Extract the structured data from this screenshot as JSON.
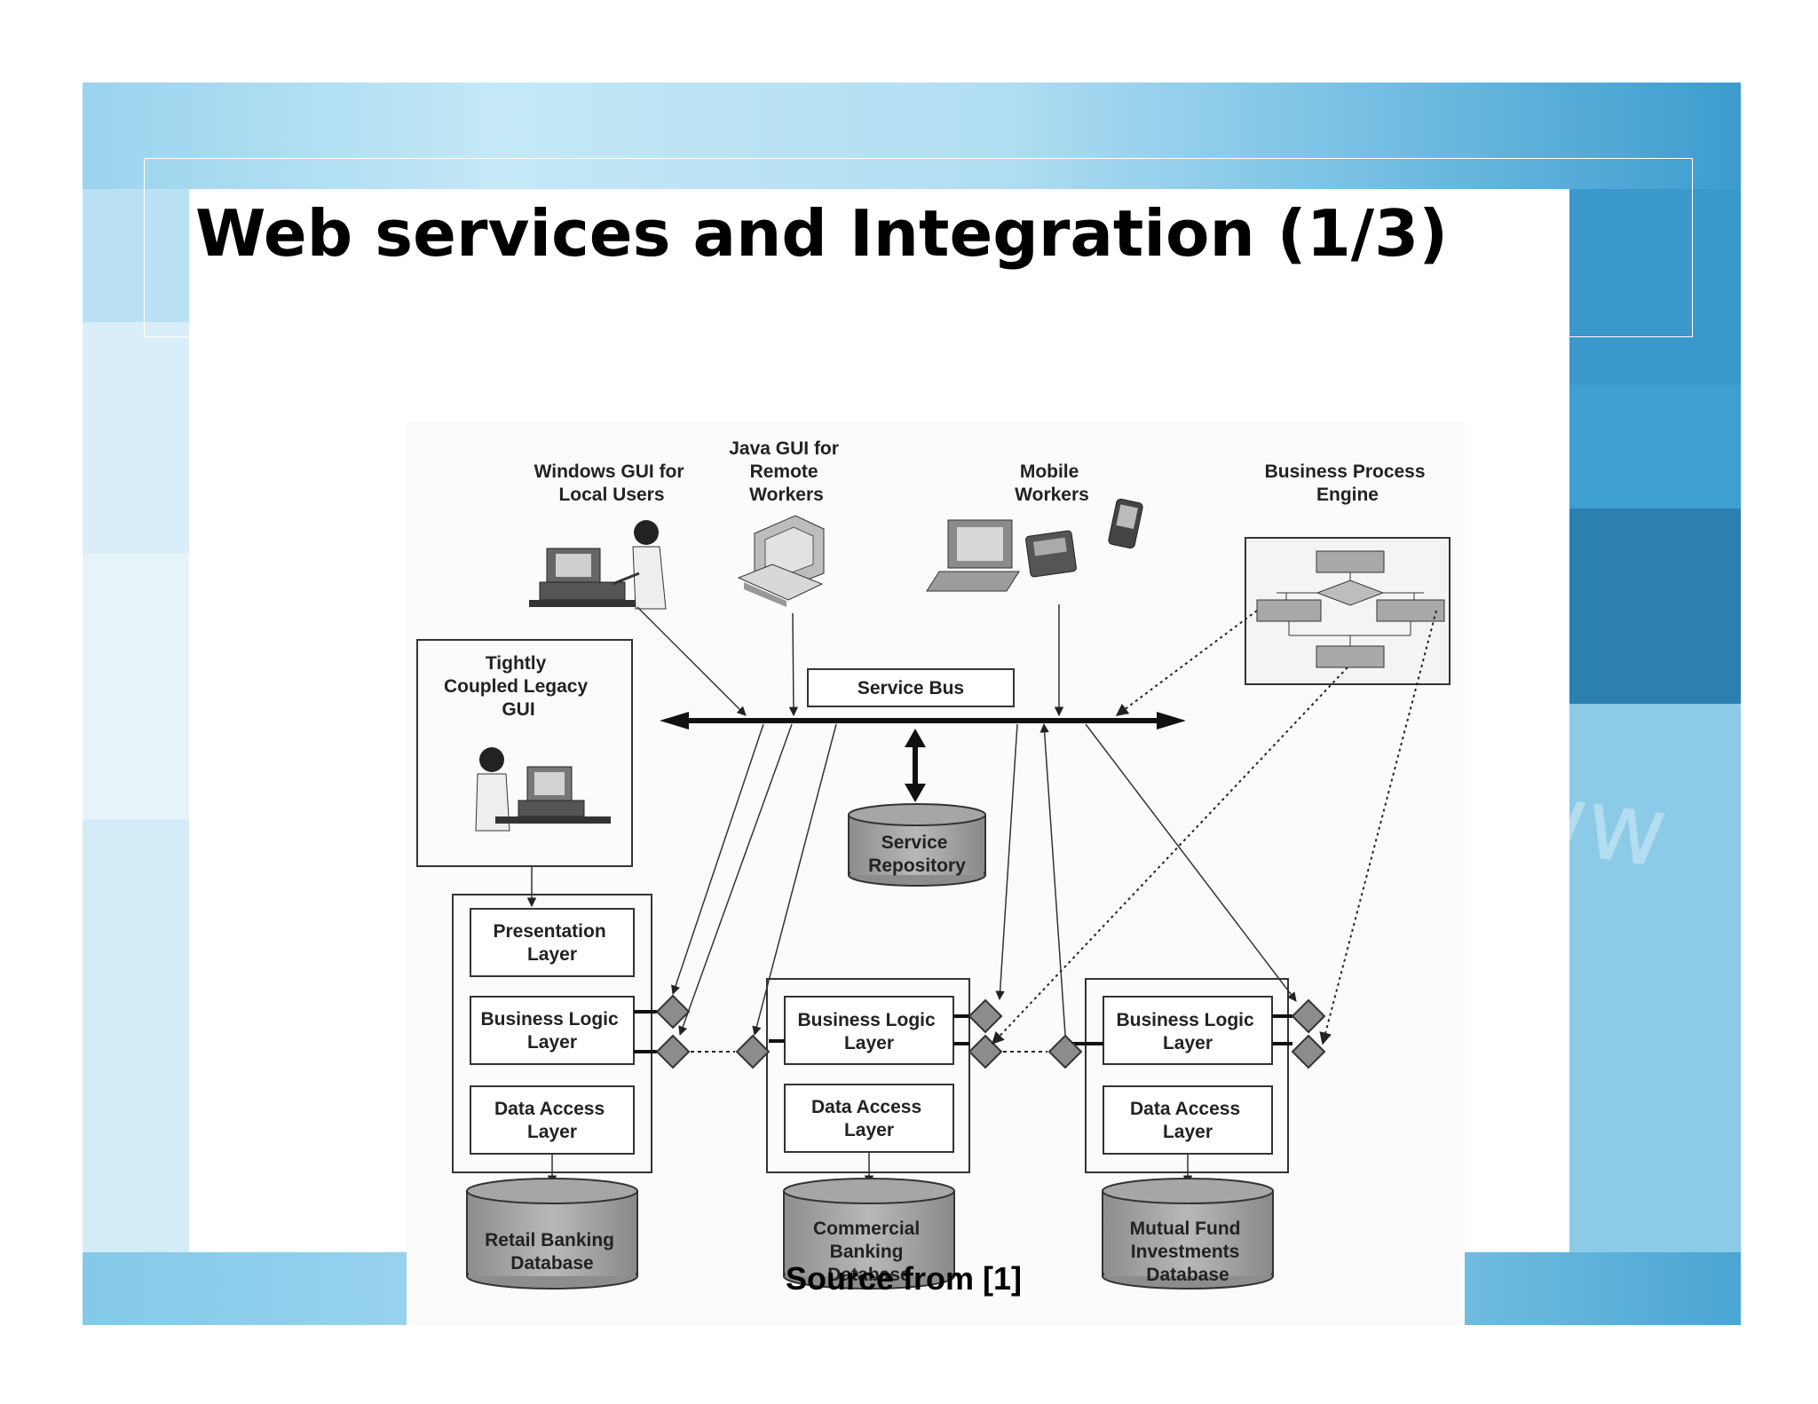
{
  "slide": {
    "title": "Web services and Integration (1/3)",
    "footer": "Source from [1]",
    "watermark": "http://www"
  },
  "diagram": {
    "clients": {
      "windows_gui": [
        "Windows GUI for",
        "Local Users"
      ],
      "java_gui": [
        "Java GUI for",
        "Remote",
        "Workers"
      ],
      "mobile": [
        "Mobile",
        "Workers"
      ],
      "bpe": [
        "Business Process",
        "Engine"
      ]
    },
    "legacy_gui": [
      "Tightly",
      "Coupled Legacy",
      "GUI"
    ],
    "service_bus": "Service Bus",
    "service_repository": [
      "Service",
      "Repository"
    ],
    "layers": {
      "presentation": [
        "Presentation",
        "Layer"
      ],
      "business_logic": [
        "Business Logic",
        "Layer"
      ],
      "data_access": [
        "Data Access",
        "Layer"
      ]
    },
    "databases": {
      "retail": [
        "Retail Banking",
        "Database"
      ],
      "commercial": [
        "Commercial",
        "Banking",
        "Database"
      ],
      "mutual": [
        "Mutual Fund",
        "Investments",
        "Database"
      ]
    }
  }
}
